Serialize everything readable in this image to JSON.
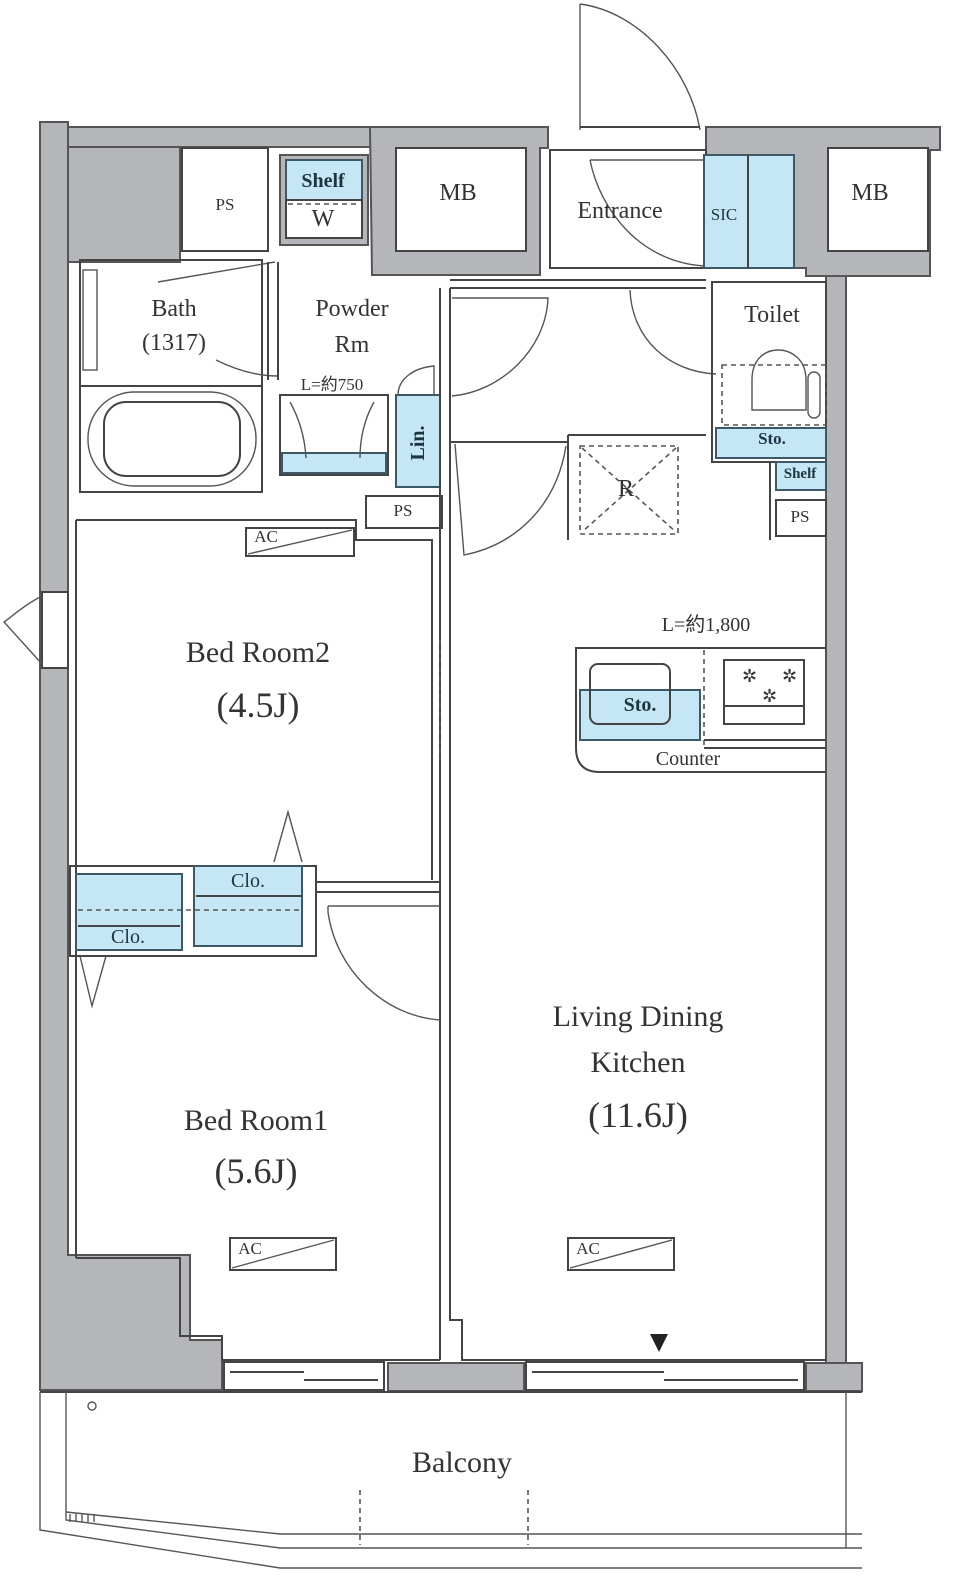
{
  "plan": {
    "rooms": {
      "bedroom1": {
        "name": "Bed Room1",
        "size": "(5.6J)"
      },
      "bedroom2": {
        "name": "Bed Room2",
        "size": "(4.5J)"
      },
      "ldk": {
        "line1": "Living Dining",
        "line2": "Kitchen",
        "size": "(11.6J)"
      },
      "bath": {
        "name": "Bath",
        "size": "(1317)"
      },
      "powder": {
        "line1": "Powder",
        "line2": "Rm",
        "vanity": "L=約750"
      },
      "toilet": {
        "name": "Toilet"
      },
      "entrance": {
        "name": "Entrance"
      },
      "balcony": {
        "name": "Balcony"
      }
    },
    "storage": {
      "sic": "SIC",
      "shelf_top": "Shelf",
      "washer": "W",
      "linen": "Lin.",
      "toilet_storage": "Sto.",
      "toilet_shelf": "Shelf",
      "kitchen_storage": "Sto.",
      "closet_a": "Clo.",
      "closet_b": "Clo."
    },
    "utilities": {
      "ps_top": "PS",
      "ps_powder": "PS",
      "ps_toilet": "PS",
      "mb_left": "MB",
      "mb_right": "MB",
      "refrigerator": "R",
      "ac_bedroom2": "AC",
      "ac_bedroom1": "AC",
      "ac_ldk": "AC"
    },
    "kitchen": {
      "counter_length": "L=約1,800",
      "counter_label": "Counter"
    },
    "colors": {
      "wall": "#b4b6b9",
      "storage_fill": "#c5e6f5",
      "line": "#444444"
    }
  }
}
